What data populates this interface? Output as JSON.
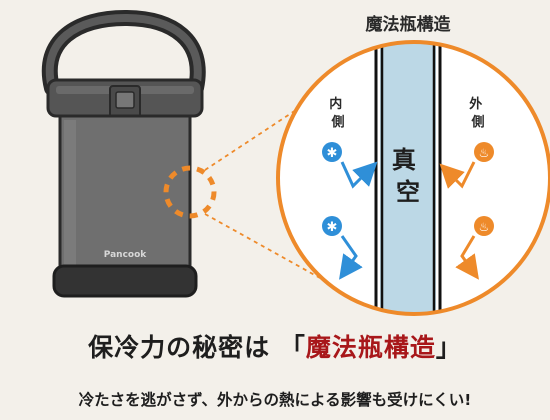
{
  "colors": {
    "background": "#f3f0ea",
    "orange": "#ee8a2a",
    "blue": "#2f8fd8",
    "vacuum": "#bcd8e6",
    "jar_body": "#6f6f6f",
    "highlight_text": "#a8171a"
  },
  "diagram": {
    "title": "魔法瓶構造",
    "inner_label": "内側",
    "outer_label": "外側",
    "vacuum_label": "真空",
    "brand": "Pancook",
    "cold_icon": "snowflake-icon",
    "heat_icon": "heat-waves-icon"
  },
  "headline": {
    "prefix": "保冷力の秘密は",
    "open_bracket": "「",
    "highlight": "魔法瓶構造",
    "close_bracket": "」"
  },
  "subline": "冷たさを逃がさず、外からの熱による影響も受けにくい!"
}
